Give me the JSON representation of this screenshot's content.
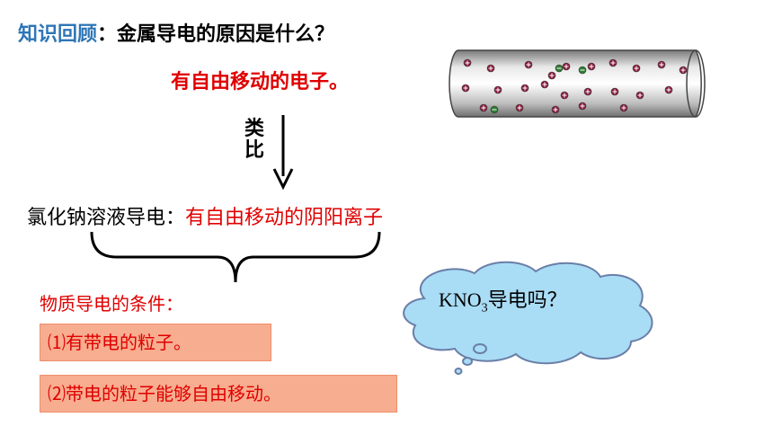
{
  "review": {
    "label": "知识回顾",
    "question": "：金属导电的原因是什么？"
  },
  "answer1": "有自由移动的电子。",
  "analogy": {
    "char1": "类",
    "char2": "比"
  },
  "nacl": {
    "prefix": "氯化钠溶液导电：",
    "answer": "有自由移动的阴阳离子"
  },
  "conditions_title": "物质导电的条件：",
  "conditions": [
    "⑴有带电的粒子。",
    "⑵带电的粒子能够自由移动。"
  ],
  "cloud": {
    "formula_main": "KNO",
    "formula_sub": "3",
    "question": "导电吗？"
  },
  "colors": {
    "accent_blue": "#2e75b6",
    "red": "#e00000",
    "box_fill": "#f7ad8f",
    "cloud_fill": "#a9dcf5"
  }
}
